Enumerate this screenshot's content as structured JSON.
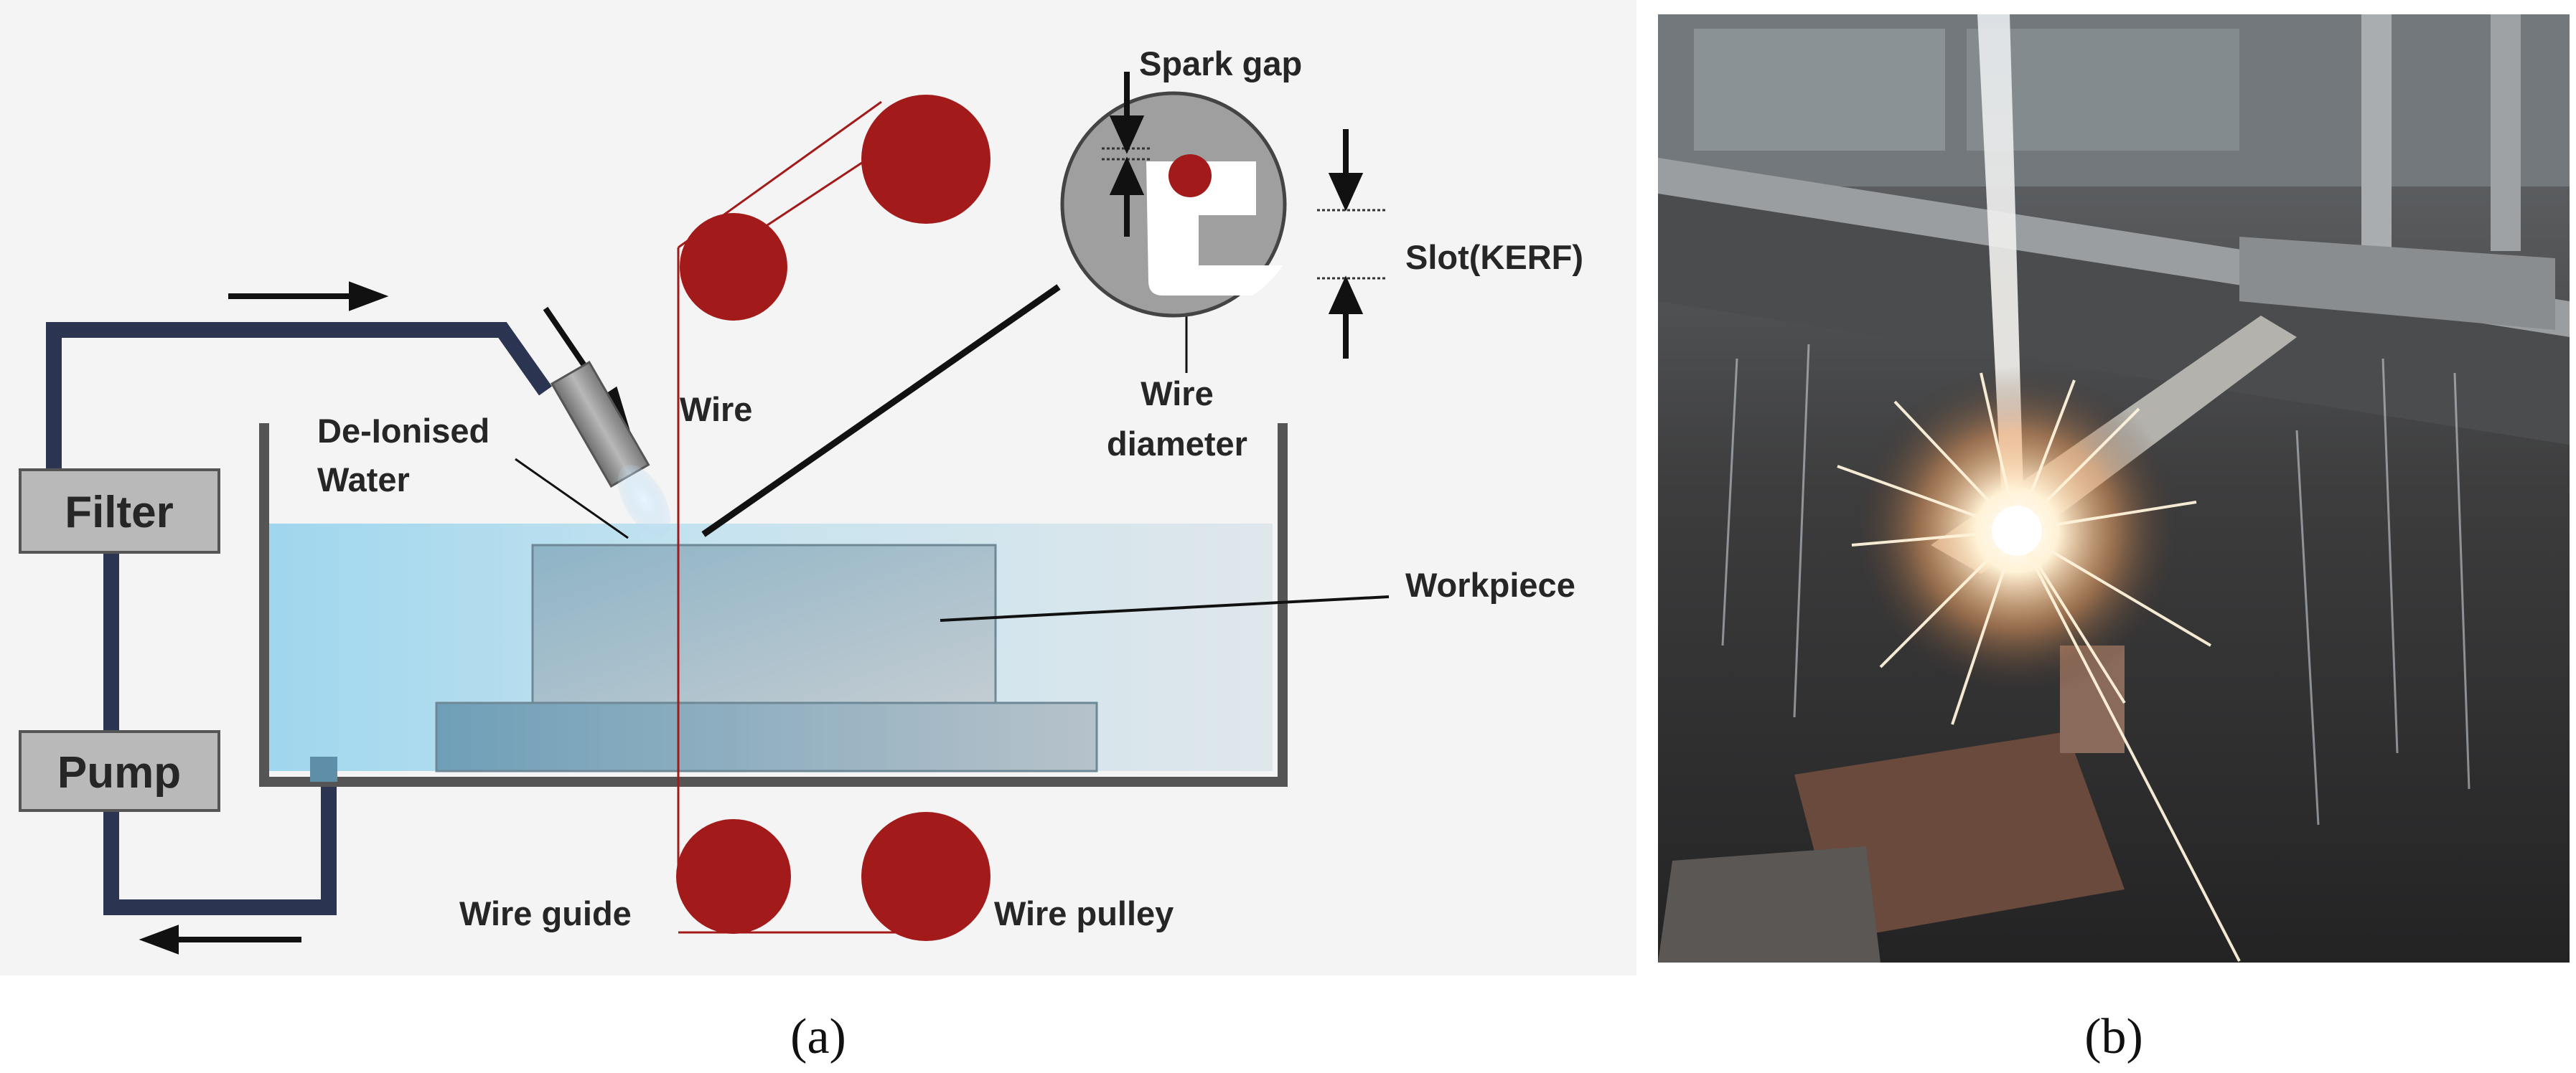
{
  "panel_a": {
    "labels": {
      "spark_gap": "Spark gap",
      "slot_kerf": "Slot(KERF)",
      "wire": "Wire",
      "wire_diameter_1": "Wire",
      "wire_diameter_2": "diameter",
      "deionised_1": "De-Ionised",
      "deionised_2": "Water",
      "workpiece": "Workpiece",
      "filter": "Filter",
      "pump": "Pump",
      "wire_guide": "Wire guide",
      "wire_pulley": "Wire pulley"
    },
    "caption": "(a)"
  },
  "panel_b": {
    "caption": "(b)"
  },
  "colors": {
    "pipe": "#2b3552",
    "pulley": "#a31a1a",
    "water_light": "#dfe9ee",
    "water_blue": "#9fd6ee",
    "box_fill": "#b9b9b9",
    "workpiece": "#9fb6c2"
  }
}
